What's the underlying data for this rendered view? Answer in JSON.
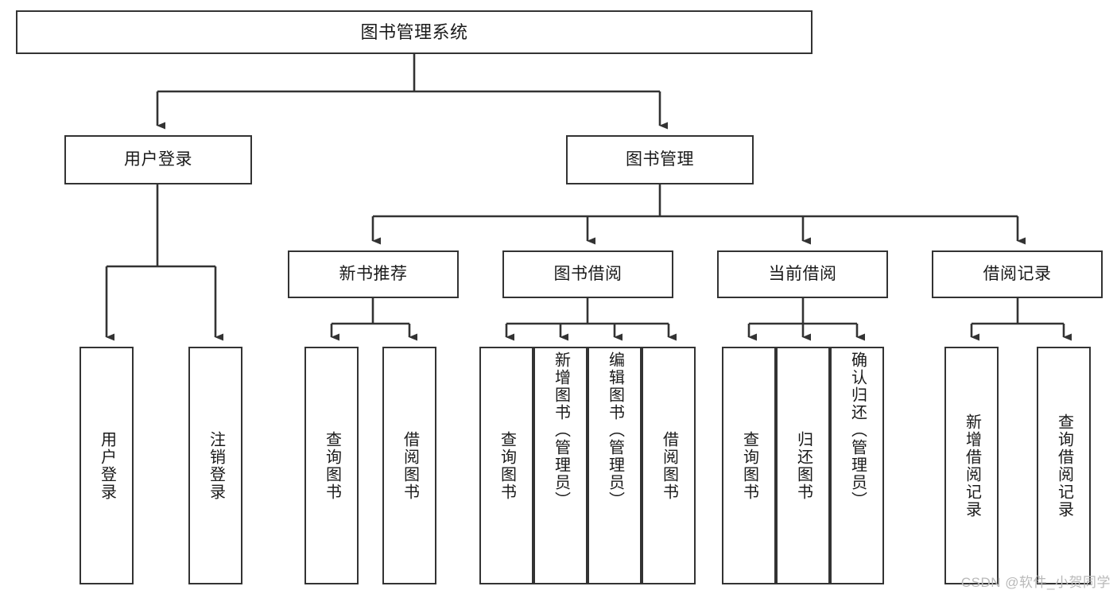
{
  "diagram": {
    "title": "图书管理系统",
    "type": "tree-hierarchy-chart",
    "orientation": "top-down",
    "edge_color": "#333333",
    "box_border_color": "#333333",
    "box_fill_color": "#ffffff",
    "text_color": "#1a1a1a",
    "watermark": "CSDN @软件_小贺同学"
  },
  "nodes": {
    "root": {
      "label": "图书管理系统"
    },
    "level2": [
      {
        "label": "用户登录"
      },
      {
        "label": "图书管理"
      }
    ],
    "level3": [
      {
        "label": "新书推荐"
      },
      {
        "label": "图书借阅"
      },
      {
        "label": "当前借阅"
      },
      {
        "label": "借阅记录"
      }
    ],
    "leaves": {
      "user_login": [
        {
          "label": "用户登录"
        },
        {
          "label": "注销登录"
        }
      ],
      "new_book_recommend": [
        {
          "label": "查询图书"
        },
        {
          "label": "借阅图书"
        }
      ],
      "book_borrow": [
        {
          "label": "查询图书"
        },
        {
          "label": "新增图书（管理员）"
        },
        {
          "label": "编辑图书（管理员）"
        },
        {
          "label": "借阅图书"
        }
      ],
      "current_borrow": [
        {
          "label": "查询图书"
        },
        {
          "label": "归还图书"
        },
        {
          "label": "确认归还（管理员）"
        }
      ],
      "borrow_record": [
        {
          "label": "新增借阅记录"
        },
        {
          "label": "查询借阅记录"
        }
      ]
    }
  }
}
